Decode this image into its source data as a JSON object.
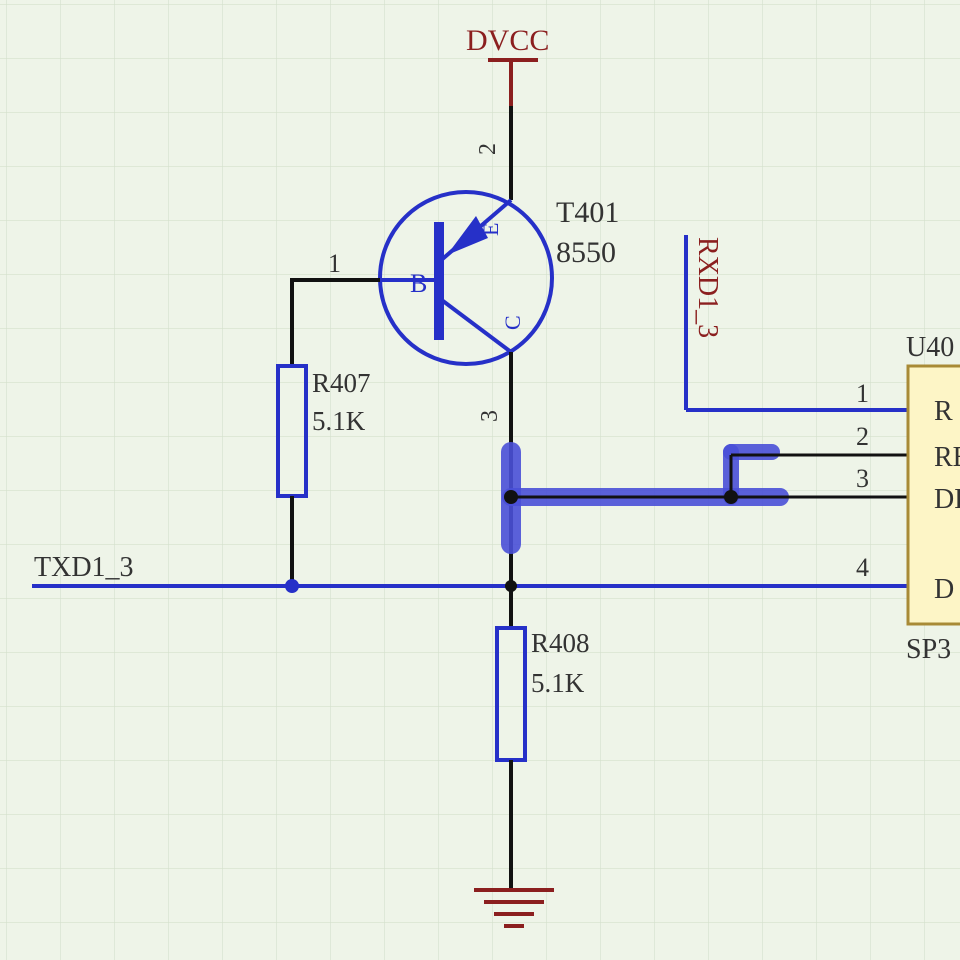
{
  "colors": {
    "background": "#eef4e8",
    "grid": "#d4e0cc",
    "wire": "#111111",
    "blue": "#2630c8",
    "highlight": "#4a50d8",
    "power": "#8b1f1f",
    "chip_fill": "#fdf5c6",
    "chip_stroke": "#a88a36",
    "text": "#333333",
    "red_text": "#8b1f1f"
  },
  "power": {
    "net": "DVCC"
  },
  "transistor": {
    "designator": "T401",
    "part": "8550",
    "pin_base": "1",
    "pin_emitter": "2",
    "pin_collector": "3",
    "letter_b": "B",
    "letter_e": "E",
    "letter_c": "C"
  },
  "r407": {
    "designator": "R407",
    "value": "5.1K"
  },
  "r408": {
    "designator": "R408",
    "value": "5.1K"
  },
  "nets": {
    "txd": "TXD1_3",
    "rxd": "RXD1_3"
  },
  "chip": {
    "designator": "U40",
    "part": "SP3",
    "pins": [
      {
        "num": "1",
        "label": "R"
      },
      {
        "num": "2",
        "label": "RE"
      },
      {
        "num": "3",
        "label": "DE"
      },
      {
        "num": "4",
        "label": "D"
      }
    ]
  }
}
